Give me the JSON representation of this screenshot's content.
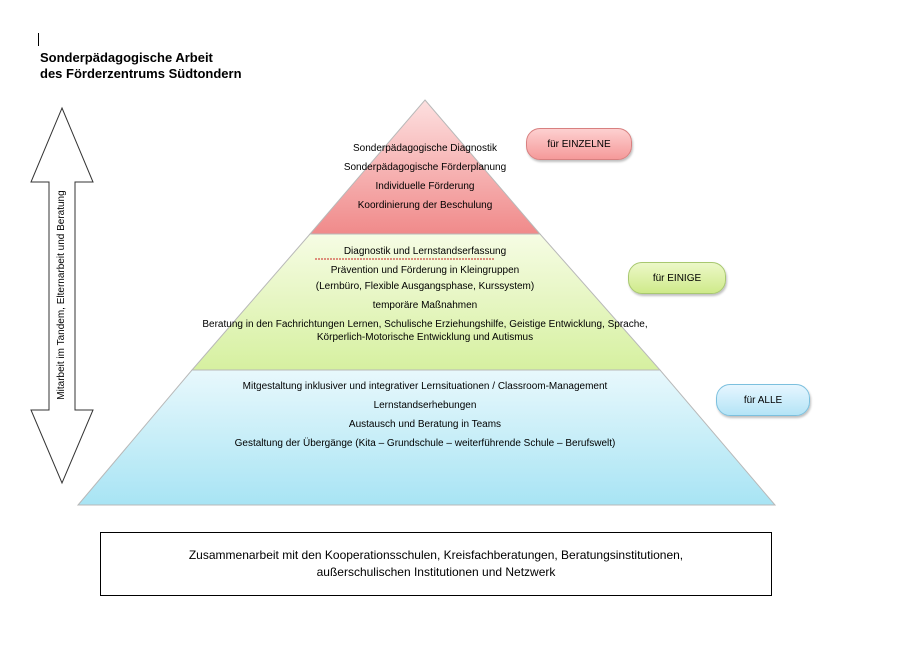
{
  "title": {
    "line1": "Sonderpädagogische Arbeit",
    "line2": "des Förderzentrums Südtondern"
  },
  "pyramid": {
    "tier1": {
      "items": [
        "Sonderpädagogische Diagnostik",
        "Sonderpädagogische Förderplanung",
        "Individuelle Förderung",
        "Koordinierung der Beschulung"
      ],
      "label": "für EINZELNE",
      "colors": {
        "fill_top": "#fde0e0",
        "fill_bottom": "#f08a8a"
      }
    },
    "tier2": {
      "items": [
        "Diagnostik und Lernstandserfassung",
        "Prävention und Förderung in Kleingruppen",
        "(Lernbüro, Flexible Ausgangsphase, Kurssystem)",
        "temporäre Maßnahmen",
        "Beratung in den Fachrichtungen Lernen, Schulische Erziehungshilfe, Geistige Entwicklung, Sprache, Körperlich-Motorische Entwicklung und Autismus"
      ],
      "label": "für EINIGE",
      "colors": {
        "fill_top": "#f6fce4",
        "fill_bottom": "#d6f0a0"
      }
    },
    "tier3": {
      "items": [
        "Mitgestaltung inklusiver und integrativer Lernsituationen / Classroom-Management",
        "Lernstandserhebungen",
        "Austausch und Beratung in Teams",
        "Gestaltung der Übergänge (Kita – Grundschule – weiterführende Schule – Berufswelt)"
      ],
      "label": "für ALLE",
      "colors": {
        "fill_top": "#e8f8fc",
        "fill_bottom": "#a8e4f4"
      }
    }
  },
  "arrow": {
    "label": "Mitarbeit im Tandem, Elternarbeit und Beratung"
  },
  "footer": {
    "line1": "Zusammenarbeit mit den Kooperationsschulen, Kreisfachberatungen, Beratungsinstitutionen,",
    "line2": "außerschulischen Institutionen und Netzwerk"
  }
}
